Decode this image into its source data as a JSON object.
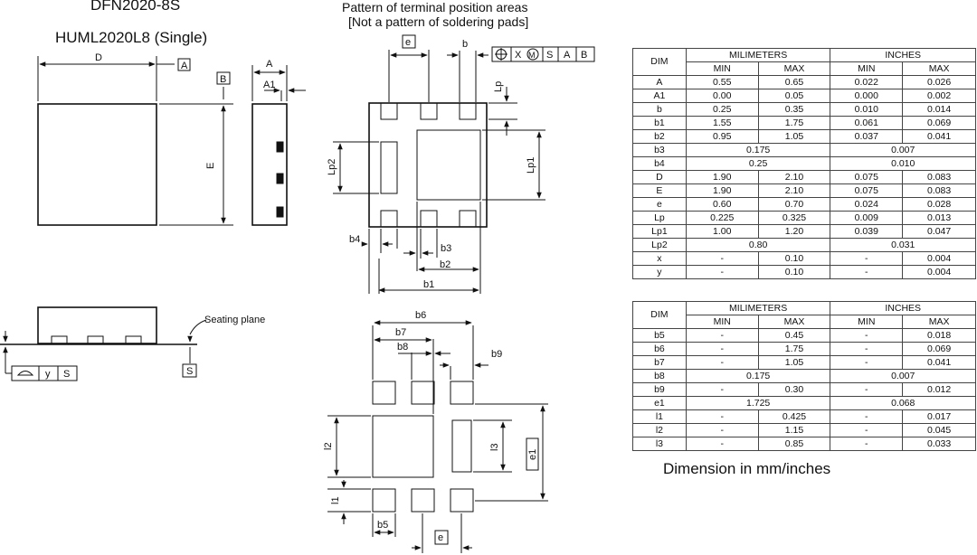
{
  "titles": {
    "package_name": "DFN2020-8S",
    "package_alt": "HUML2020L8 (Single)",
    "pattern_line1": "Pattern of terminal position areas",
    "pattern_line2": "[Not a pattern of soldering pads]",
    "footer_note": "Dimension in mm/inches"
  },
  "labels": {
    "D": "D",
    "A": "A",
    "A1": "A1",
    "E": "E",
    "datum_A": "A",
    "datum_B": "B",
    "datum_S": "S",
    "seating_plane": "Seating plane",
    "flatness_y": "y",
    "e": "e",
    "b": "b",
    "b1": "b1",
    "b2": "b2",
    "b3": "b3",
    "b4": "b4",
    "Lp": "Lp",
    "Lp1": "Lp1",
    "Lp2": "Lp2",
    "b5": "b5",
    "b6": "b6",
    "b7": "b7",
    "b8": "b8",
    "b9": "b9",
    "l1": "l1",
    "l2": "l2",
    "l3": "l3",
    "e1": "e1",
    "fcf": [
      "X",
      "M",
      "S",
      "A",
      "B"
    ]
  },
  "table1": {
    "dim_header": "DIM",
    "mm_header": "MILIMETERS",
    "in_header": "INCHES",
    "min": "MIN",
    "max": "MAX",
    "rows": [
      [
        "A",
        "0.55",
        "0.65",
        "0.022",
        "0.026"
      ],
      [
        "A1",
        "0.00",
        "0.05",
        "0.000",
        "0.002"
      ],
      [
        "b",
        "0.25",
        "0.35",
        "0.010",
        "0.014"
      ],
      [
        "b1",
        "1.55",
        "1.75",
        "0.061",
        "0.069"
      ],
      [
        "b2",
        "0.95",
        "1.05",
        "0.037",
        "0.041"
      ],
      [
        "b3",
        "0.175",
        null,
        "0.007",
        null
      ],
      [
        "b4",
        "0.25",
        null,
        "0.010",
        null
      ],
      [
        "D",
        "1.90",
        "2.10",
        "0.075",
        "0.083"
      ],
      [
        "E",
        "1.90",
        "2.10",
        "0.075",
        "0.083"
      ],
      [
        "e",
        "0.60",
        "0.70",
        "0.024",
        "0.028"
      ],
      [
        "Lp",
        "0.225",
        "0.325",
        "0.009",
        "0.013"
      ],
      [
        "Lp1",
        "1.00",
        "1.20",
        "0.039",
        "0.047"
      ],
      [
        "Lp2",
        "0.80",
        null,
        "0.031",
        null
      ],
      [
        "x",
        "-",
        "0.10",
        "-",
        "0.004"
      ],
      [
        "y",
        "-",
        "0.10",
        "-",
        "0.004"
      ]
    ]
  },
  "table2": {
    "dim_header": "DIM",
    "mm_header": "MILIMETERS",
    "in_header": "INCHES",
    "min": "MIN",
    "max": "MAX",
    "rows": [
      [
        "b5",
        "-",
        "0.45",
        "-",
        "0.018"
      ],
      [
        "b6",
        "-",
        "1.75",
        "-",
        "0.069"
      ],
      [
        "b7",
        "-",
        "1.05",
        "-",
        "0.041"
      ],
      [
        "b8",
        "0.175",
        null,
        "0.007",
        null
      ],
      [
        "b9",
        "-",
        "0.30",
        "-",
        "0.012"
      ],
      [
        "e1",
        "1.725",
        null,
        "0.068",
        null
      ],
      [
        "l1",
        "-",
        "0.425",
        "-",
        "0.017"
      ],
      [
        "l2",
        "-",
        "1.15",
        "-",
        "0.045"
      ],
      [
        "l3",
        "-",
        "0.85",
        "-",
        "0.033"
      ]
    ]
  }
}
